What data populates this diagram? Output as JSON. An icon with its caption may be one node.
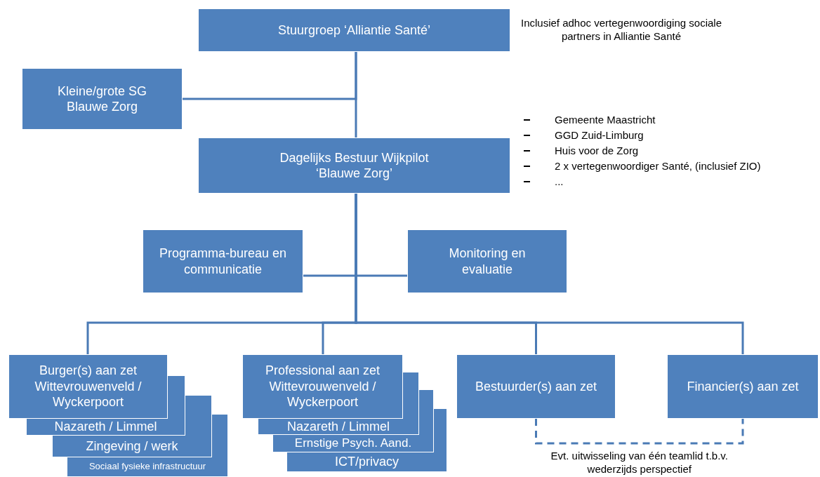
{
  "diagram": {
    "nodes": [
      {
        "text": [
          "Stuurgroep ‘Alliantie Santé’"
        ]
      },
      {
        "text": [
          "Kleine/grote SG Blauwe Zorg"
        ]
      },
      {
        "text": [
          "Dagelijks Bestuur Wijkpilot ‘Blauwe Zorg’"
        ]
      },
      {
        "text": [
          "Programma-bureau en communicatie"
        ]
      },
      {
        "text": [
          "Monitoring en evaluatie"
        ]
      },
      {
        "text": [
          "Burger(s) aan zet Wittevrouwenveld / Wyckerpoort"
        ]
      },
      {
        "text": [
          "Nazareth / Limmel"
        ]
      },
      {
        "text": [
          "Zingeving / werk"
        ]
      },
      {
        "text": [
          "Sociaal fysieke infrastructuur"
        ]
      },
      {
        "text": [
          "Professional aan zet Wittevrouwenveld / Wyckerpoort"
        ]
      },
      {
        "text": [
          "Nazareth / Limmel"
        ]
      },
      {
        "text": [
          "Ernstige Psych. Aand."
        ]
      },
      {
        "text": [
          "ICT/privacy"
        ]
      },
      {
        "text": [
          "Bestuurder(s) aan zet"
        ]
      },
      {
        "text": [
          "Financier(s) aan zet"
        ]
      }
    ],
    "edges": [
      {
        "from": 0,
        "to": 2,
        "arrow": "none"
      },
      {
        "from": 1,
        "to": 0,
        "arrow": "none"
      },
      {
        "from": 2,
        "to": 3,
        "arrow": "none"
      },
      {
        "from": 2,
        "to": 4,
        "arrow": "none"
      },
      {
        "from": 2,
        "to": 5,
        "arrow": "none"
      },
      {
        "from": 2,
        "to": 9,
        "arrow": "none"
      },
      {
        "from": 2,
        "to": 13,
        "arrow": "none"
      },
      {
        "from": 2,
        "to": 14,
        "arrow": "none"
      },
      {
        "from": 13,
        "to": 14,
        "arrow": "none",
        "style": "dashed",
        "label": "Evt. uitwisseling van één teamlid t.b.v. wederzijds perspectief"
      }
    ],
    "labels": [
      "Inclusief adhoc vertegenwoordiging sociale partners in Alliantie Santé",
      "Gemeente Maastricht",
      "GGD Zuid-Limburg",
      "Huis voor de Zorg",
      "2 x vertegenwoordiger Santé, (inclusief ZIO)",
      "..."
    ]
  }
}
